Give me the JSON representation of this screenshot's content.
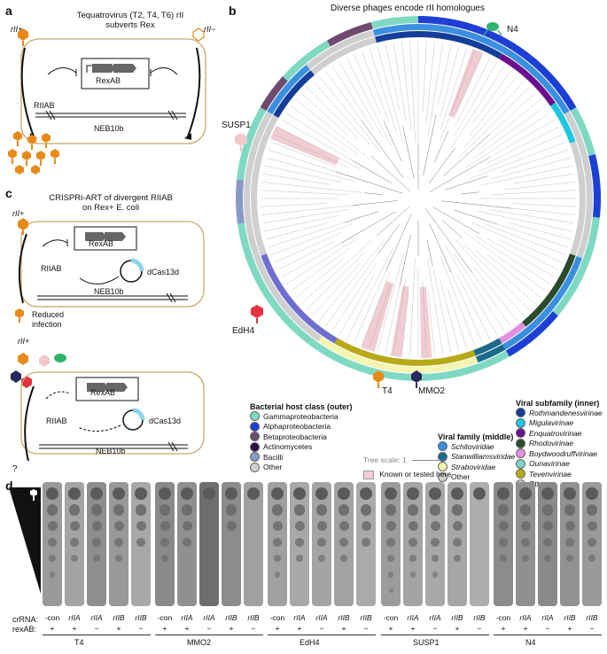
{
  "panel_a": {
    "letter": "a",
    "title_line1": "Tequatrovirus (T2, T4, T6) rII",
    "title_line2": "subverts Rex",
    "rii_plus": "rII+",
    "rii_minus": "rII−",
    "rexab": "RexAB",
    "riiab": "RIIAB",
    "neb": "NEB10b"
  },
  "panel_b": {
    "letter": "b",
    "title": "Diverse phages encode rII homologues",
    "phage_labels": [
      "N4",
      "SUSP1",
      "EdH4",
      "T4",
      "MMO2"
    ],
    "tree_scale": "Tree scale: 1",
    "known_label": "Known or tested here",
    "legend_host": {
      "title": "Bacterial host class (outer)",
      "items": [
        {
          "label": "Gammaproteobacteria",
          "color": "#7fd9c2"
        },
        {
          "label": "Alphaproteobacteria",
          "color": "#1e3fd6"
        },
        {
          "label": "Betaproteobacteria",
          "color": "#6e4a6e"
        },
        {
          "label": "Actinomycetes",
          "color": "#2a0f4a"
        },
        {
          "label": "Bacilli",
          "color": "#8898c8"
        },
        {
          "label": "Other",
          "color": "#cfcfcf"
        }
      ]
    },
    "legend_family": {
      "title": "Viral family (middle)",
      "items": [
        {
          "label": "Schitoviridae",
          "color": "#3a8fe0"
        },
        {
          "label": "Stanwilliamsviridae",
          "color": "#1a6a8a"
        },
        {
          "label": "Straboviridae",
          "color": "#f3f5b0"
        },
        {
          "label": "Other",
          "color": "#cfcfcf"
        }
      ]
    },
    "legend_subfamily": {
      "title": "Viral subfamily (inner)",
      "items": [
        {
          "label": "Rothmandenesvirinae",
          "color": "#143e9a"
        },
        {
          "label": "Migulavirinae",
          "color": "#1ec6e0"
        },
        {
          "label": "Enquatrovirinae",
          "color": "#6a0f8e"
        },
        {
          "label": "Rhodovirinae",
          "color": "#2a4a2a"
        },
        {
          "label": "Boydwoodruffvirinae",
          "color": "#e38ee0"
        },
        {
          "label": "Ounavirinae",
          "color": "#7dd4c0"
        },
        {
          "label": "Tevenvirinae",
          "color": "#b8a918"
        },
        {
          "label": "Other",
          "color": "#cfcfcf"
        }
      ]
    }
  },
  "panel_c": {
    "letter": "c",
    "title_line1": "CRISPRi-ART of divergent RIIAB",
    "title_line2": "on Rex+ E. coli",
    "rii_plus": "rII+",
    "rexab": "RexAB",
    "riiab": "RIIAB",
    "dcas": "dCas13d",
    "neb": "NEB10b",
    "reduced_line1": "Reduced",
    "reduced_line2": "infection",
    "rii_plus2": "rII+",
    "rexab2": "RexAB",
    "riiab2": "RIIAB",
    "dcas2": "dCas13d",
    "neb2": "NEB10b",
    "question": "?"
  },
  "panel_d": {
    "letter": "d",
    "row1_label": "crRNA:",
    "row2_label": "rexAB:",
    "crrna": [
      "-con",
      "rIIA",
      "rIIA",
      "rIIB",
      "rIIB"
    ],
    "rexab": [
      "+",
      "+",
      "−",
      "+",
      "−"
    ],
    "phages": [
      "T4",
      "MMO2",
      "EdH4",
      "SUSP1",
      "N4"
    ]
  }
}
